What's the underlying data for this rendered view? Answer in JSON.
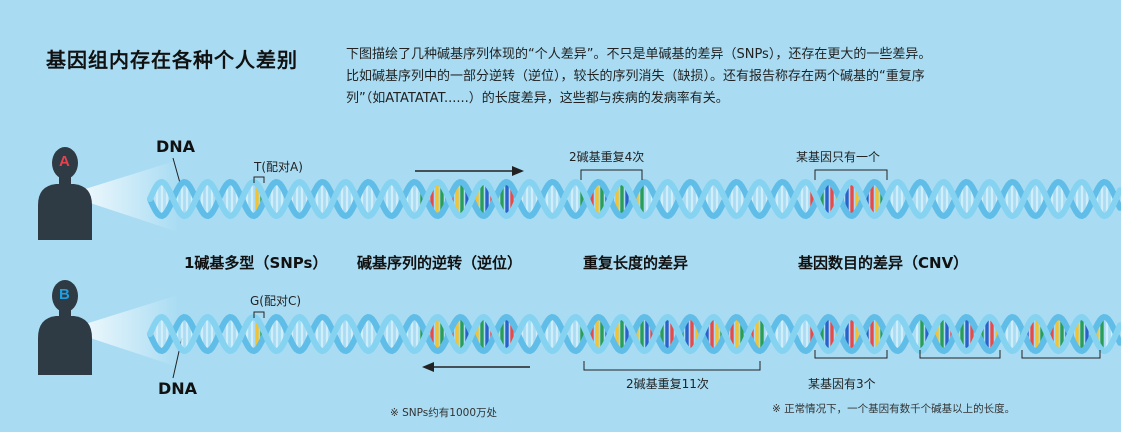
{
  "title": "基因组内存在各种个人差别",
  "description": [
    "下图描绘了几种碱基序列体现的“个人差异”。不只是单碱基的差异（SNPs），还存在更大的一些差异。",
    "比如碱基序列中的一部分逆转（逆位），较长的序列消失（缺损）。还有报告称存在两个碱基的“重复序",
    "列”（如ATATATAT......）的长度差异，这些都与疾病的发病率有关。"
  ],
  "persons": {
    "a": "A",
    "b": "B"
  },
  "dna_label": "DNA",
  "top": {
    "snp_label": "T(配对A)",
    "repeat_label": "2碱基重复4次",
    "cnv_label": "某基因只有一个"
  },
  "bottom": {
    "snp_label": "G(配对C)",
    "repeat_label": "2碱基重复11次",
    "cnv_label": "某基因有3个"
  },
  "categories": {
    "snp": "1碱基多型（SNPs）",
    "inversion": "碱基序列的逆转（逆位）",
    "repeat": "重复长度的差异",
    "cnv": "基因数目的差异（CNV）"
  },
  "notes": {
    "snp": "※ SNPs约有1000万处",
    "gene": "※ 正常情况下，一个基因有数千个碱基以上的长度。"
  },
  "colors": {
    "background": "#a9dcf3",
    "helix": "#6ec6ec",
    "person": "#2f3b44",
    "accent_a": "#e8414e",
    "accent_b": "#1f9ee0"
  }
}
